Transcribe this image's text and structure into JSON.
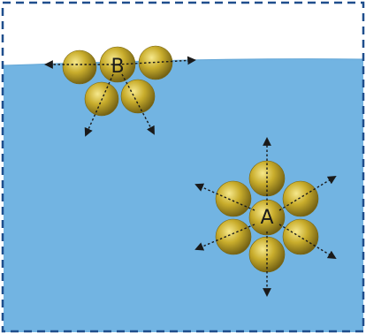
{
  "molecule_a": {
    "label": "A"
  },
  "molecule_b": {
    "label": "B"
  },
  "colors": {
    "water": "#72b4e2",
    "water_edge": "#63a6d6",
    "container_border": "#1f4e8c",
    "background": "#ffffff",
    "sphere_light": "#f2e07a",
    "sphere_mid": "#c9ad2c",
    "sphere_dark": "#6b5a12",
    "arrow": "#1a1a1a"
  },
  "icons": {
    "molecule": "sphere-cluster",
    "force_arrow": "dotted-arrow"
  }
}
